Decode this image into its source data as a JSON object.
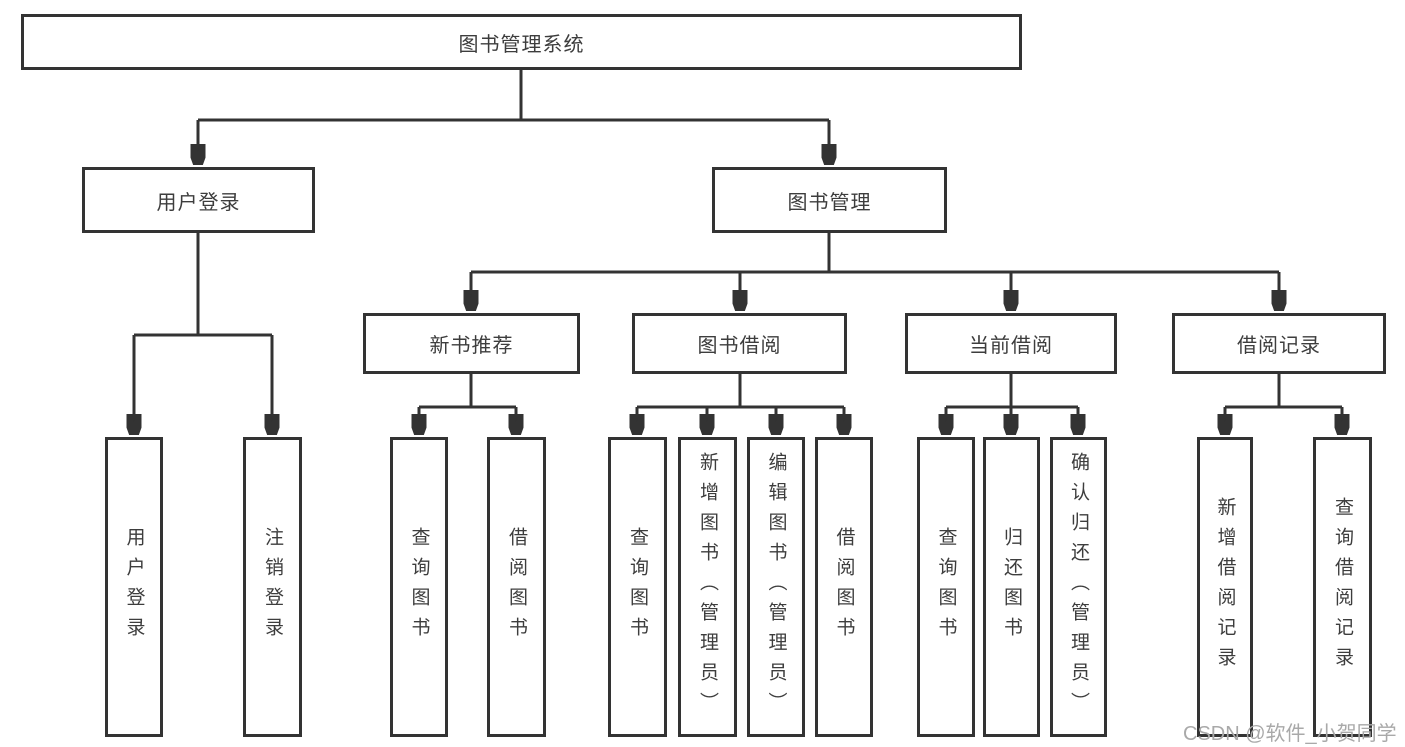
{
  "diagram": {
    "root": "图书管理系统",
    "user_login": {
      "label": "用户登录",
      "children": [
        "用户登录",
        "注销登录"
      ]
    },
    "book_mgmt": {
      "label": "图书管理",
      "sections": [
        {
          "label": "新书推荐",
          "children": [
            "查询图书",
            "借阅图书"
          ]
        },
        {
          "label": "图书借阅",
          "children": [
            "查询图书",
            "新增图书（管理员）",
            "编辑图书（管理员）",
            "借阅图书"
          ]
        },
        {
          "label": "当前借阅",
          "children": [
            "查询图书",
            "归还图书",
            "确认归还（管理员）"
          ]
        },
        {
          "label": "借阅记录",
          "children": [
            "新增借阅记录",
            "查询借阅记录"
          ]
        }
      ]
    },
    "colors": {
      "line": "#333333",
      "text": "#3d3d3d",
      "watermark": "#a9a9a9"
    }
  },
  "watermark": "CSDN @软件_小贺同学"
}
